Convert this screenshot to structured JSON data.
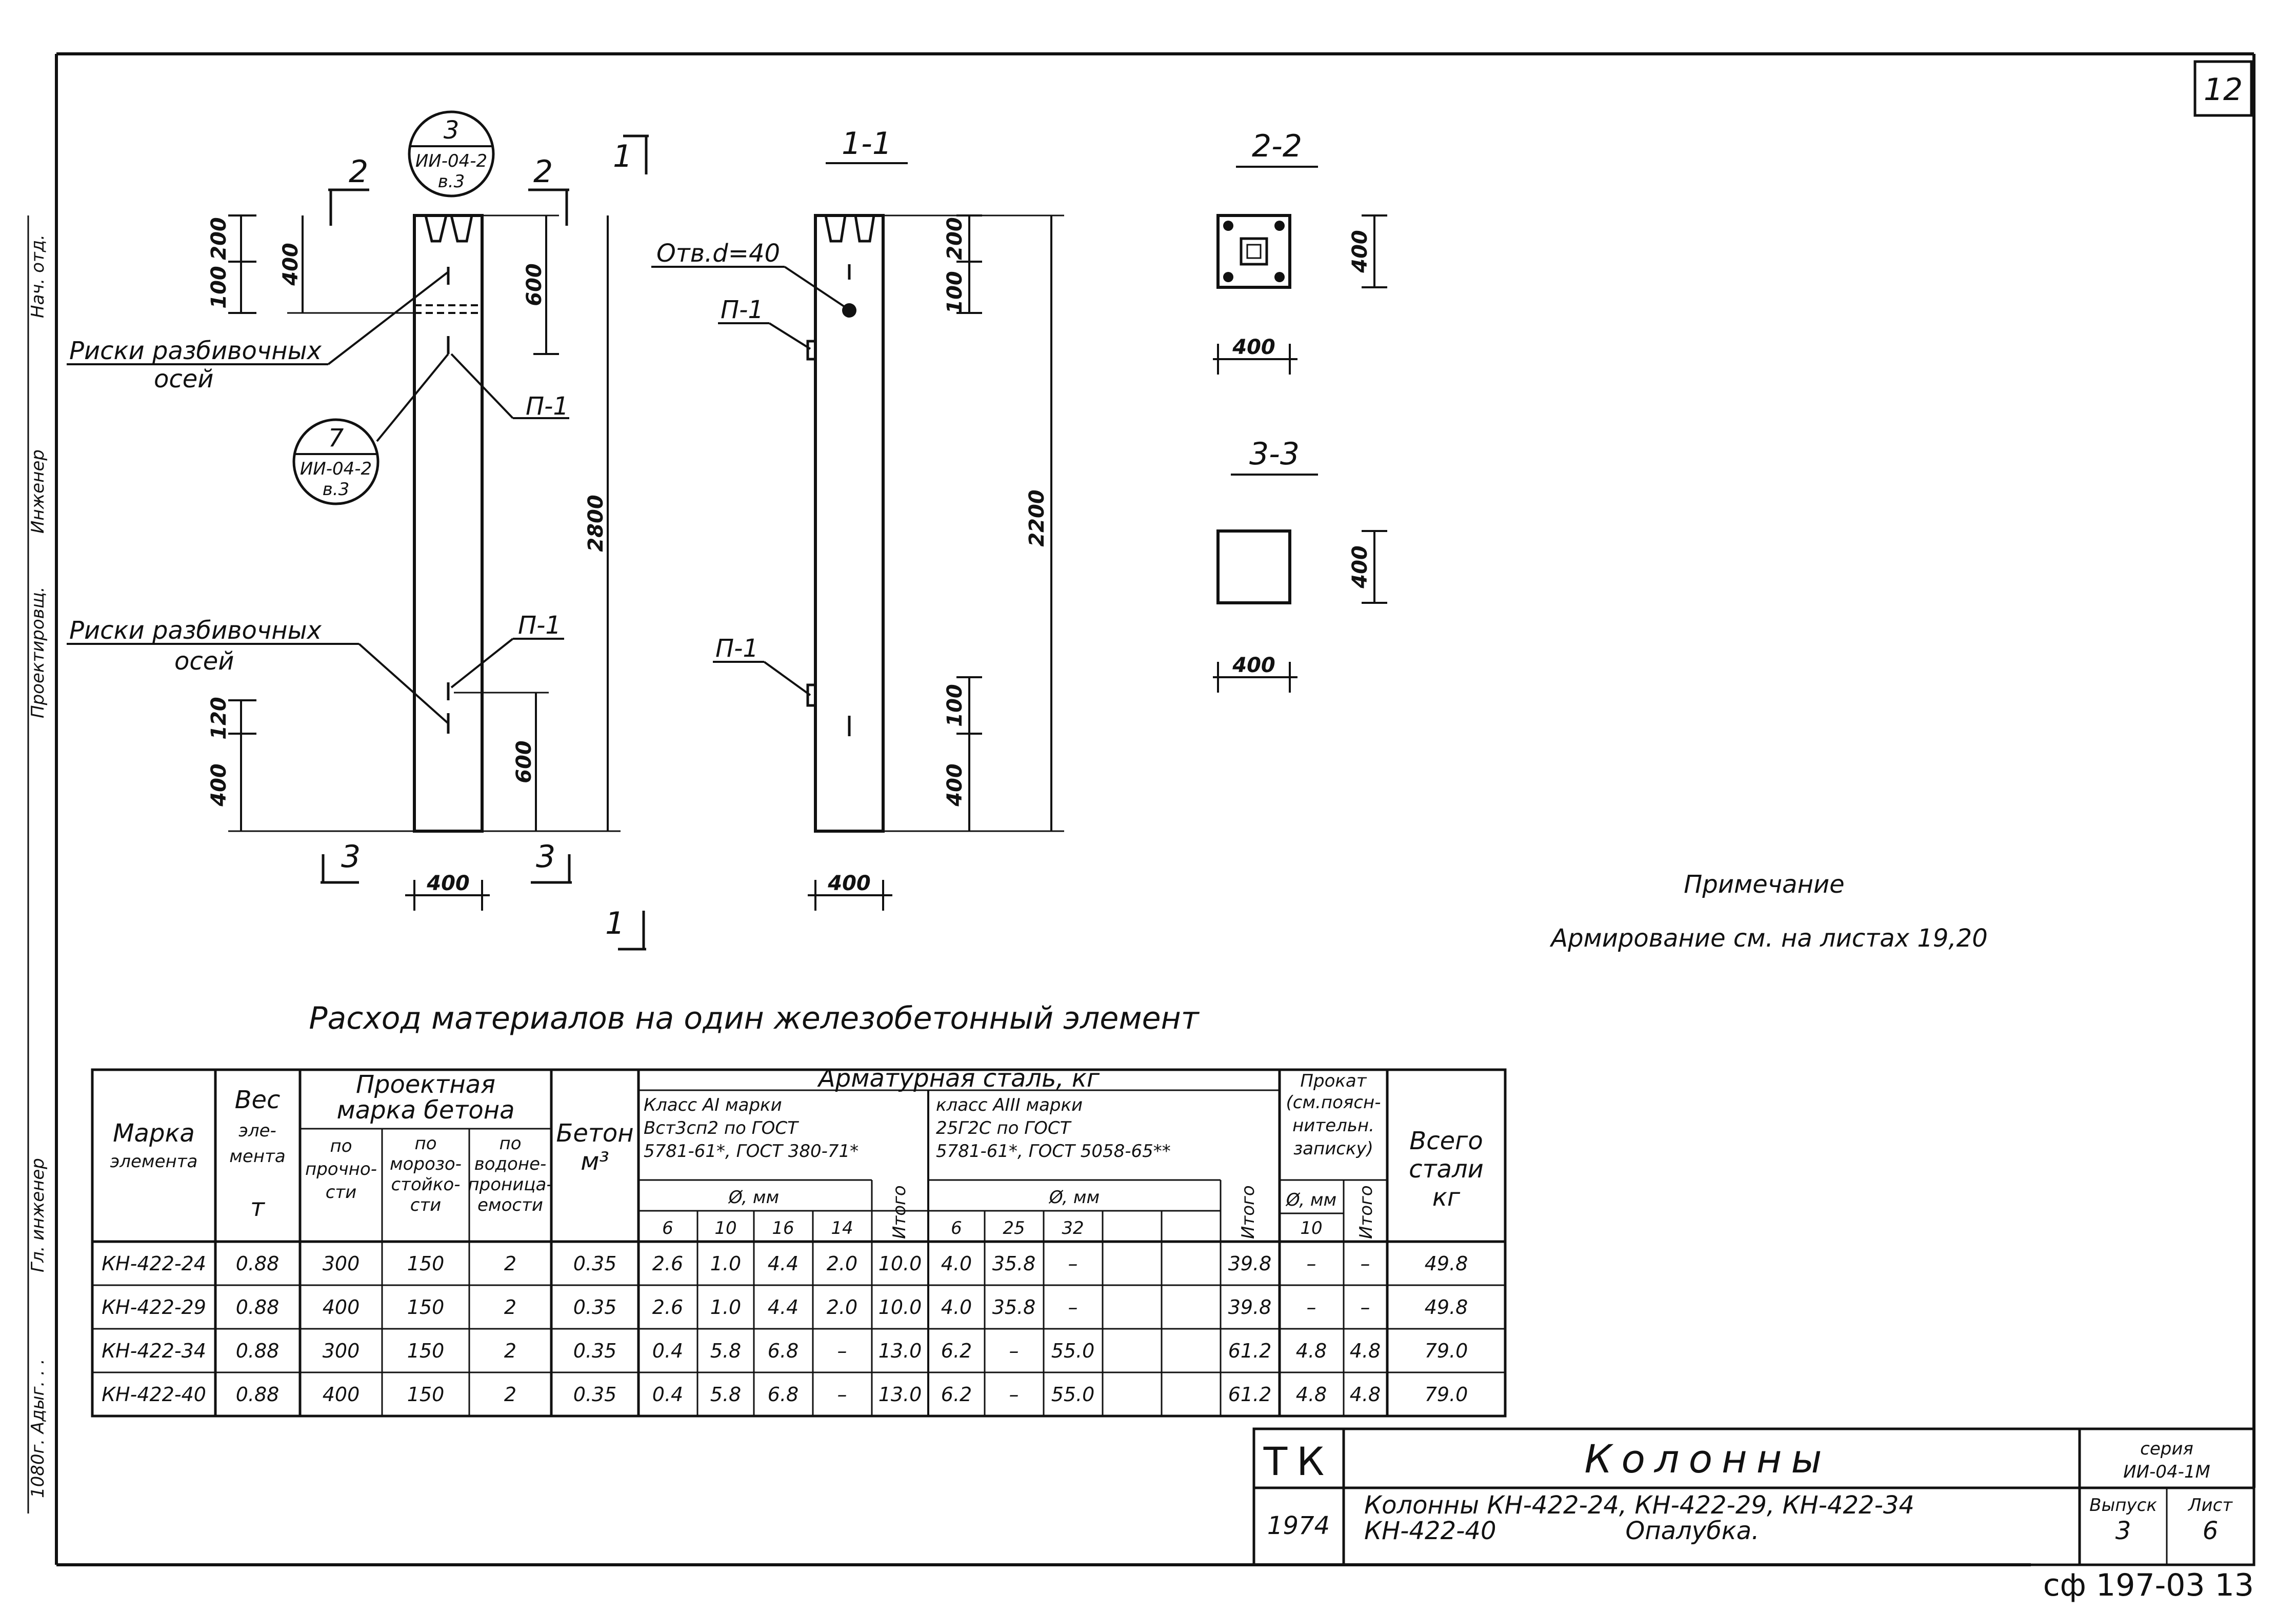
{
  "sheet_number": "12",
  "stamp": "сф 197-03 13",
  "margin_notes": [
    "1080г. Адыг. . .",
    "Гл. инженер",
    "Проектировщ.",
    "Инженер",
    "Нач. отд."
  ],
  "callouts": {
    "c3": {
      "num": "3",
      "ref": "ИИ-04-2",
      "sheet": "в.3"
    },
    "c7": {
      "num": "7",
      "ref": "ИИ-04-2",
      "sheet": "в.3"
    }
  },
  "views": {
    "front": {
      "section_marks": {
        "s2": "2",
        "s1": "1",
        "s3": "3"
      },
      "labels": {
        "risk_top_1": "Риски разбивочных",
        "risk_top_2": "осей",
        "risk_bot_1": "Риски разбивочных",
        "risk_bot_2": "осей",
        "p1_a": "П-1",
        "p1_b": "П-1"
      },
      "dims": {
        "d100": "100",
        "d200": "200",
        "d400t": "400",
        "d600t": "600",
        "d2800": "2800",
        "d120": "120",
        "d400b": "400",
        "d600b": "600",
        "w400": "400"
      }
    },
    "side": {
      "title": "1-1",
      "labels": {
        "hole": "Отв.d=40",
        "p1_a": "П-1",
        "p1_b": "П-1"
      },
      "dims": {
        "d100": "100",
        "d200": "200",
        "d2200": "2200",
        "d100b": "100",
        "d400b": "400",
        "w400": "400"
      }
    },
    "sec22": {
      "title": "2-2",
      "w": "400",
      "h": "400"
    },
    "sec33": {
      "title": "3-3",
      "w": "400",
      "h": "400"
    }
  },
  "note": {
    "title": "Примечание",
    "text": "Армирование см. на листах 19,20"
  },
  "table_title": "Расход материалов на один железобетонный элемент",
  "table": {
    "h_mark": [
      "Марка",
      "элемента"
    ],
    "h_weight": [
      "Вес",
      "эле-",
      "мента",
      "т"
    ],
    "h_project": [
      "Проектная",
      "марка бетона"
    ],
    "h_strength": [
      "по",
      "прочно-",
      "сти"
    ],
    "h_frost": [
      "по",
      "морозо-",
      "стойко-",
      "сти"
    ],
    "h_water": [
      "по",
      "водоне-",
      "проница-",
      "емости"
    ],
    "h_concrete": [
      "Бетон",
      "м³"
    ],
    "h_steel": "Арматурная сталь, кг",
    "h_class1": [
      "Класс АI марки",
      "Вст3сп2 по ГОСТ",
      "5781-61*, ГОСТ 380-71*"
    ],
    "h_class3": [
      "класс АIII марки",
      "25Г2С по ГОСТ",
      "5781-61*, ГОСТ 5058-65**"
    ],
    "h_phi": "Ø, мм",
    "h_total": "Итого",
    "h_rolled": [
      "Прокат",
      "(см.поясн-",
      "нительн.",
      "записку)"
    ],
    "h_rolled_phi": "Ø, мм",
    "h_all": [
      "Всего",
      "стали",
      "кг"
    ],
    "diam_a1": [
      "6",
      "10",
      "16",
      "14"
    ],
    "diam_a3": [
      "6",
      "25",
      "32",
      "",
      ""
    ],
    "diam_rolled": "10",
    "rows": [
      [
        "КН-422-24",
        "0.88",
        "300",
        "150",
        "2",
        "0.35",
        "2.6",
        "1.0",
        "4.4",
        "2.0",
        "10.0",
        "4.0",
        "35.8",
        "–",
        "",
        "",
        "39.8",
        "–",
        "–",
        "49.8"
      ],
      [
        "КН-422-29",
        "0.88",
        "400",
        "150",
        "2",
        "0.35",
        "2.6",
        "1.0",
        "4.4",
        "2.0",
        "10.0",
        "4.0",
        "35.8",
        "–",
        "",
        "",
        "39.8",
        "–",
        "–",
        "49.8"
      ],
      [
        "КН-422-34",
        "0.88",
        "300",
        "150",
        "2",
        "0.35",
        "0.4",
        "5.8",
        "6.8",
        "–",
        "13.0",
        "6.2",
        "–",
        "55.0",
        "",
        "",
        "61.2",
        "4.8",
        "4.8",
        "79.0"
      ],
      [
        "КН-422-40",
        "0.88",
        "400",
        "150",
        "2",
        "0.35",
        "0.4",
        "5.8",
        "6.8",
        "–",
        "13.0",
        "6.2",
        "–",
        "55.0",
        "",
        "",
        "61.2",
        "4.8",
        "4.8",
        "79.0"
      ]
    ]
  },
  "title_block": {
    "tk": "ТК",
    "year": "1974",
    "name": "Колонны",
    "desc1": "Колонны КН-422-24, КН-422-29, КН-422-34",
    "desc2": "КН-422-40",
    "desc3": "Опалубка.",
    "series_label": "серия",
    "series": "ИИ-04-1М",
    "issue_label": "Выпуск",
    "issue": "3",
    "sheet_label": "Лист",
    "sheet": "6"
  }
}
